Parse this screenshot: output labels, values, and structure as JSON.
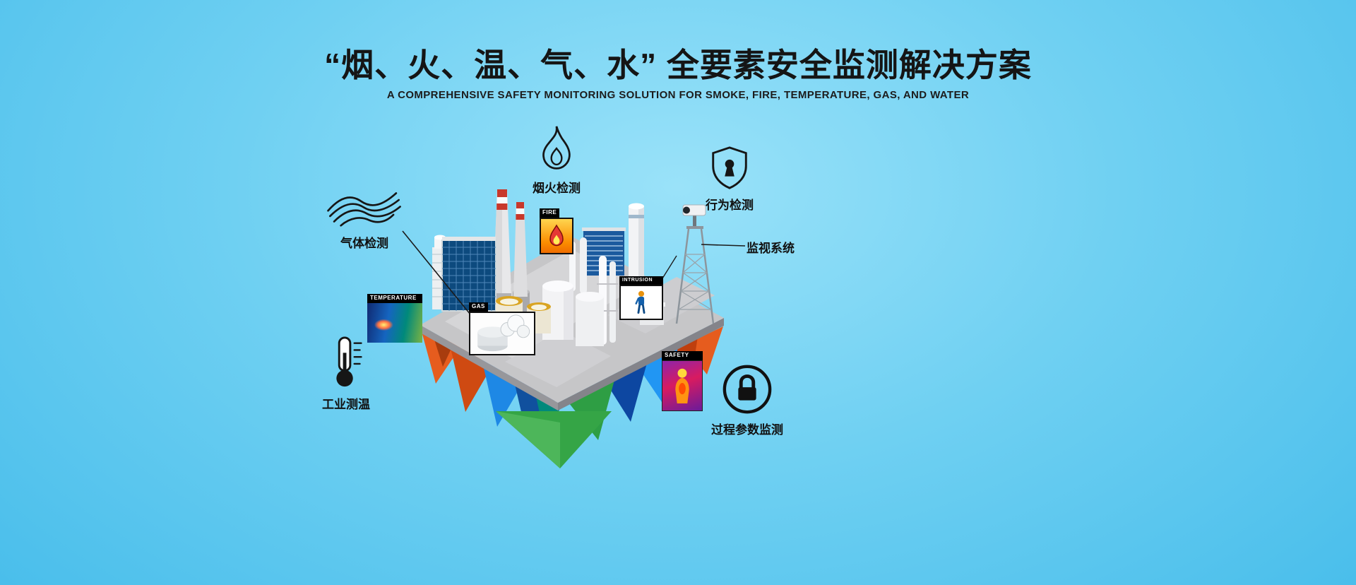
{
  "header": {
    "title": "“烟、火、温、气、水” 全要素安全监测解决方案",
    "subtitle": "A COMPREHENSIVE SAFETY MONITORING SOLUTION FOR SMOKE, FIRE, TEMPERATURE, GAS, AND WATER"
  },
  "callouts": [
    {
      "id": "smoke-fire-detection",
      "label": "烟火检测",
      "icon": "flame-outline-icon"
    },
    {
      "id": "behavior-detection",
      "label": "行为检测",
      "icon": "shield-keyhole-icon"
    },
    {
      "id": "surveillance-system",
      "label": "监视系统",
      "icon": "camera-tower"
    },
    {
      "id": "gas-detection",
      "label": "气体检测",
      "icon": "gas-waves-icon"
    },
    {
      "id": "industrial-temperature",
      "label": "工业测温",
      "icon": "thermometer-icon"
    },
    {
      "id": "process-parameter-monitoring",
      "label": "过程参数监测",
      "icon": "lock-circle-icon"
    }
  ],
  "scene_tags": {
    "temperature": "TEMPERATURE",
    "fire": "FIRE",
    "gas": "GAS",
    "intrusion": "INTRUSION",
    "safety": "SAFETY"
  },
  "colors": {
    "background_center": "#9ae2f9",
    "background_edge": "#3fb9e9",
    "title_text": "#151515",
    "crystal_orange": "#e65c1e",
    "crystal_blue": "#1565c0",
    "crystal_green": "#35a546",
    "tag_background": "#000000",
    "tag_text": "#ffffff"
  }
}
